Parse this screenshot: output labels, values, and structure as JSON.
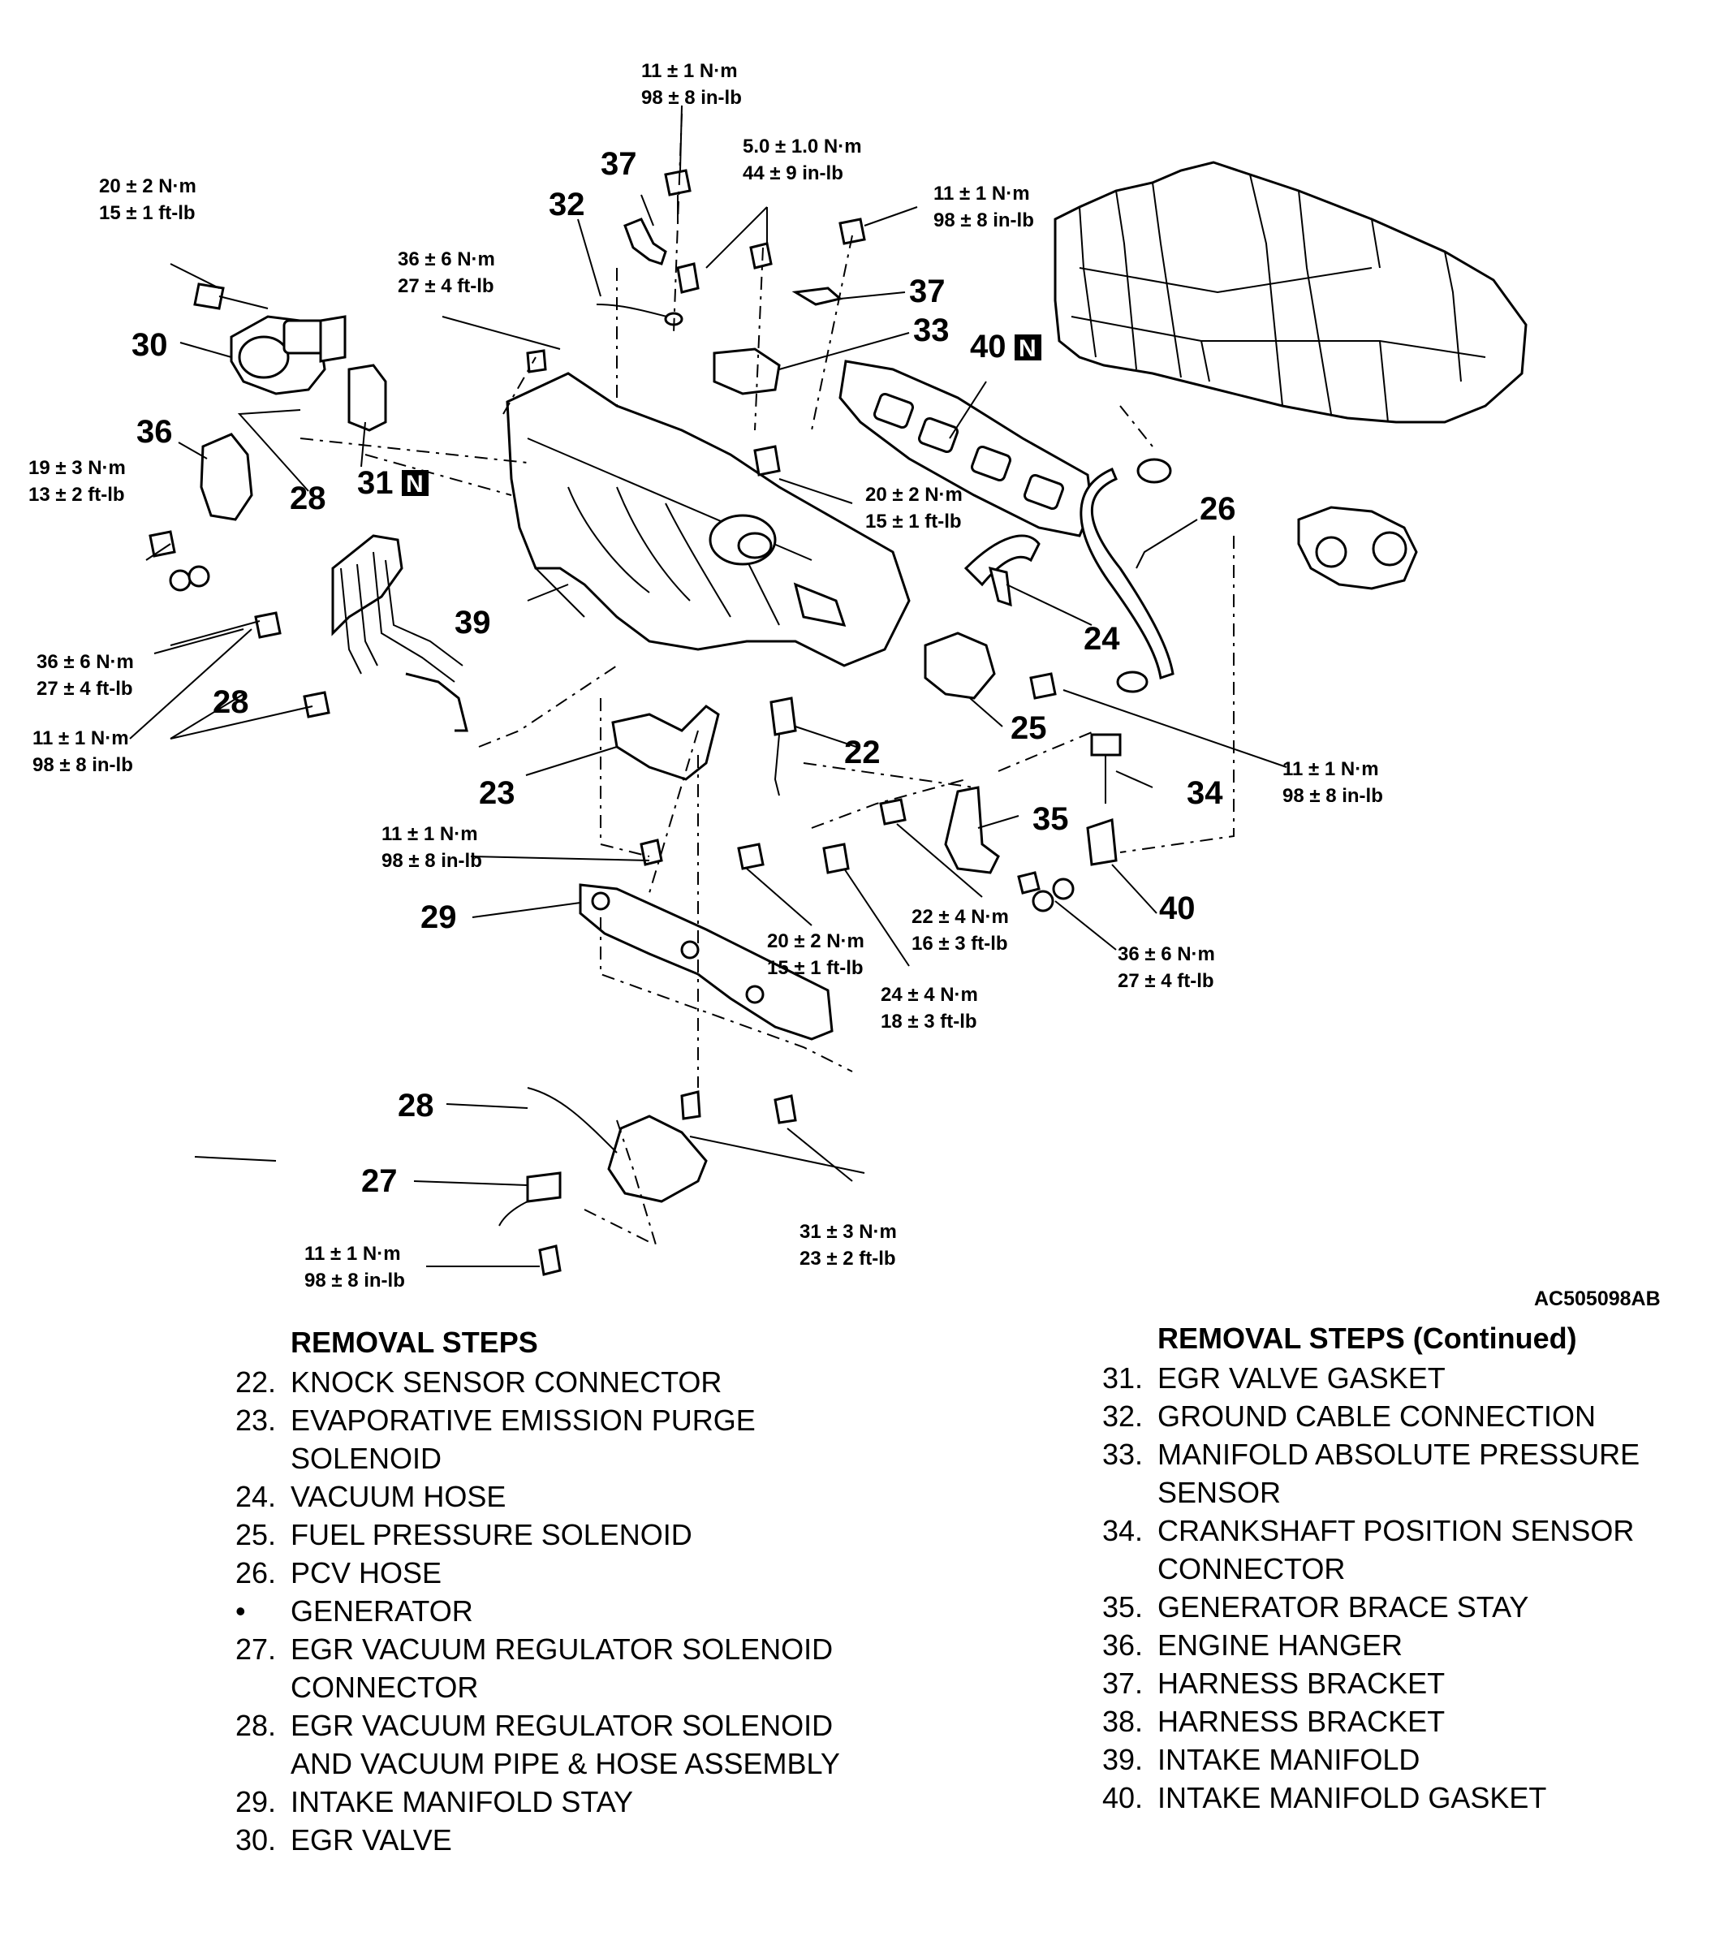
{
  "figure_code": "AC505098AB",
  "callouts": {
    "c22": "22",
    "c23": "23",
    "c24": "24",
    "c25": "25",
    "c26": "26",
    "c27": "27",
    "c28a": "28",
    "c28b": "28",
    "c28c": "28",
    "c29": "29",
    "c30": "30",
    "c31": "31",
    "c32": "32",
    "c33": "33",
    "c34": "34",
    "c35": "35",
    "c36": "36",
    "c37a": "37",
    "c37b": "37",
    "c39": "39",
    "c40a": "40",
    "c40b": "40",
    "n_mark": "N"
  },
  "torques": {
    "t1": [
      "11 ± 1 N·m",
      "98 ± 8 in-lb"
    ],
    "t2": [
      "5.0 ± 1.0 N·m",
      "44 ± 9 in-lb"
    ],
    "t3": [
      "20 ± 2 N·m",
      "15 ± 1 ft-lb"
    ],
    "t4": [
      "11 ± 1 N·m",
      "98 ± 8 in-lb"
    ],
    "t5": [
      "36 ± 6 N·m",
      "27 ± 4 ft-lb"
    ],
    "t6": [
      "19 ± 3 N·m",
      "13 ± 2 ft-lb"
    ],
    "t7": [
      "20 ± 2 N·m",
      "15 ± 1 ft-lb"
    ],
    "t8": [
      "36 ± 6 N·m",
      "27 ± 4 ft-lb"
    ],
    "t9": [
      "11 ± 1 N·m",
      "98 ± 8 in-lb"
    ],
    "t10": [
      "11 ± 1 N·m",
      "98 ± 8 in-lb"
    ],
    "t11": [
      "11 ± 1 N·m",
      "98 ± 8 in-lb"
    ],
    "t12": [
      "22 ± 4 N·m",
      "16 ± 3 ft-lb"
    ],
    "t13": [
      "20 ± 2 N·m",
      "15 ± 1 ft-lb"
    ],
    "t14": [
      "24 ± 4 N·m",
      "18 ± 3 ft-lb"
    ],
    "t15": [
      "36 ± 6 N·m",
      "27 ± 4 ft-lb"
    ],
    "t16": [
      "31 ± 3 N·m",
      "23 ± 2 ft-lb"
    ],
    "t17": [
      "11 ± 1 N·m",
      "98 ± 8 in-lb"
    ]
  },
  "removal_steps_left": {
    "heading": "REMOVAL STEPS",
    "items": [
      {
        "num": "22.",
        "text": "KNOCK SENSOR CONNECTOR"
      },
      {
        "num": "23.",
        "text": "EVAPORATIVE EMISSION PURGE SOLENOID"
      },
      {
        "num": "24.",
        "text": "VACUUM HOSE"
      },
      {
        "num": "25.",
        "text": "FUEL PRESSURE SOLENOID"
      },
      {
        "num": "26.",
        "text": "PCV HOSE"
      },
      {
        "num": "•",
        "text": "GENERATOR"
      },
      {
        "num": "27.",
        "text": "EGR VACUUM REGULATOR SOLENOID CONNECTOR"
      },
      {
        "num": "28.",
        "text": "EGR VACUUM REGULATOR SOLENOID AND VACUUM PIPE & HOSE ASSEMBLY"
      },
      {
        "num": "29.",
        "text": "INTAKE MANIFOLD STAY"
      },
      {
        "num": "30.",
        "text": "EGR VALVE"
      }
    ]
  },
  "removal_steps_right": {
    "heading": "REMOVAL STEPS (Continued)",
    "items": [
      {
        "num": "31.",
        "text": "EGR VALVE GASKET"
      },
      {
        "num": "32.",
        "text": "GROUND CABLE CONNECTION"
      },
      {
        "num": "33.",
        "text": "MANIFOLD ABSOLUTE PRESSURE SENSOR"
      },
      {
        "num": "34.",
        "text": "CRANKSHAFT POSITION SENSOR CONNECTOR"
      },
      {
        "num": "35.",
        "text": "GENERATOR BRACE STAY"
      },
      {
        "num": "36.",
        "text": "ENGINE HANGER"
      },
      {
        "num": "37.",
        "text": "HARNESS BRACKET"
      },
      {
        "num": "38.",
        "text": "HARNESS BRACKET"
      },
      {
        "num": "39.",
        "text": "INTAKE MANIFOLD"
      },
      {
        "num": "40.",
        "text": "INTAKE MANIFOLD GASKET"
      }
    ]
  }
}
